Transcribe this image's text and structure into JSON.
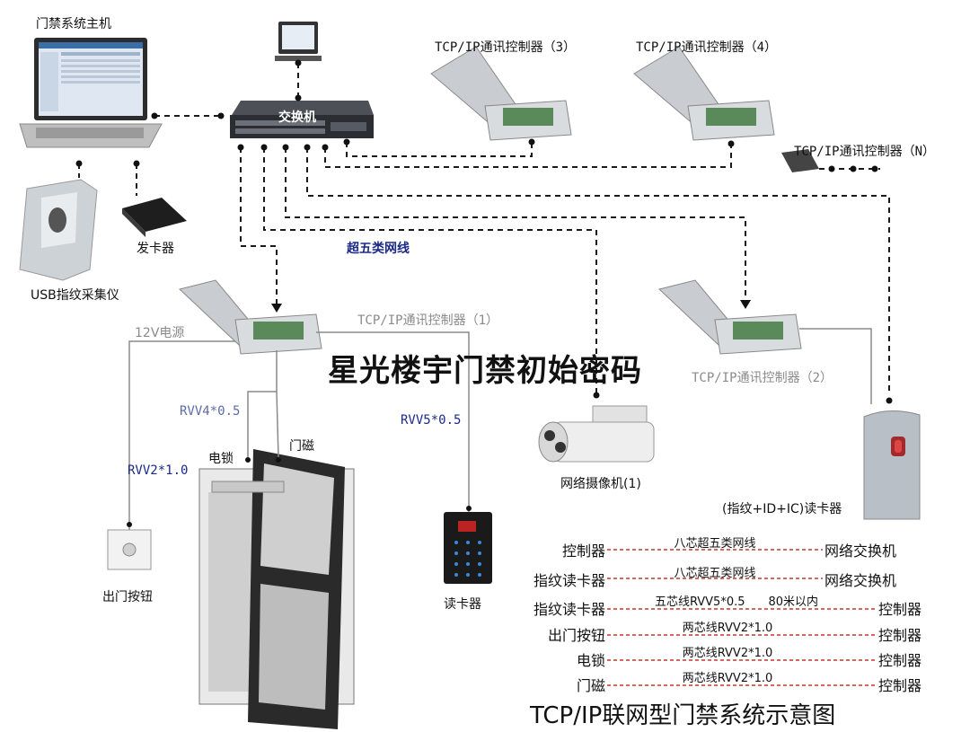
{
  "overlay_title": "星光楼宇门禁初始密码",
  "caption": "TCP/IP联网型门禁系统示意图",
  "devices": {
    "host": "门禁系统主机",
    "switch": "交换机",
    "controller_3": "TCP/IP通讯控制器（3）",
    "controller_4": "TCP/IP通讯控制器（4）",
    "controller_n": "TCP/IP通讯控制器（N）",
    "card_issuer": "发卡器",
    "fingerprint_usb": "USB指纹采集仪",
    "cat5": "超五类网线",
    "power": "12V电源",
    "controller_1": "TCP/IP通讯控制器（1）",
    "controller_2": "TCP/IP通讯控制器（2）",
    "rvv4": "RVV4*0.5",
    "rvv5": "RVV5*0.5",
    "rvv2": "RVV2*1.0",
    "lock": "电锁",
    "magnet": "门磁",
    "camera": "网络摄像机(1)",
    "combo_reader": "(指纹+ID+IC)读卡器",
    "exit_button": "出门按钮",
    "reader": "读卡器"
  },
  "wiring_table": [
    {
      "left": "控制器",
      "cable": "八芯超五类网线",
      "right": "网络交换机"
    },
    {
      "left": "指纹读卡器",
      "cable": "八芯超五类网线",
      "right": "网络交换机"
    },
    {
      "left": "指纹读卡器",
      "cable": "五芯线RVV5*0.5　　80米以内",
      "right": "控制器"
    },
    {
      "left": "出门按钮",
      "cable": "两芯线RVV2*1.0",
      "right": "控制器"
    },
    {
      "left": "电锁",
      "cable": "两芯线RVV2*1.0",
      "right": "控制器"
    },
    {
      "left": "门磁",
      "cable": "两芯线RVV2*1.0",
      "right": "控制器"
    }
  ],
  "colors": {
    "dashed_link": "#1a1a1a",
    "table_dash": "#c0392b",
    "power_line": "#8a8a8a",
    "controller_box": "#d6d9dc",
    "blue_label": "#1a2a8a"
  }
}
